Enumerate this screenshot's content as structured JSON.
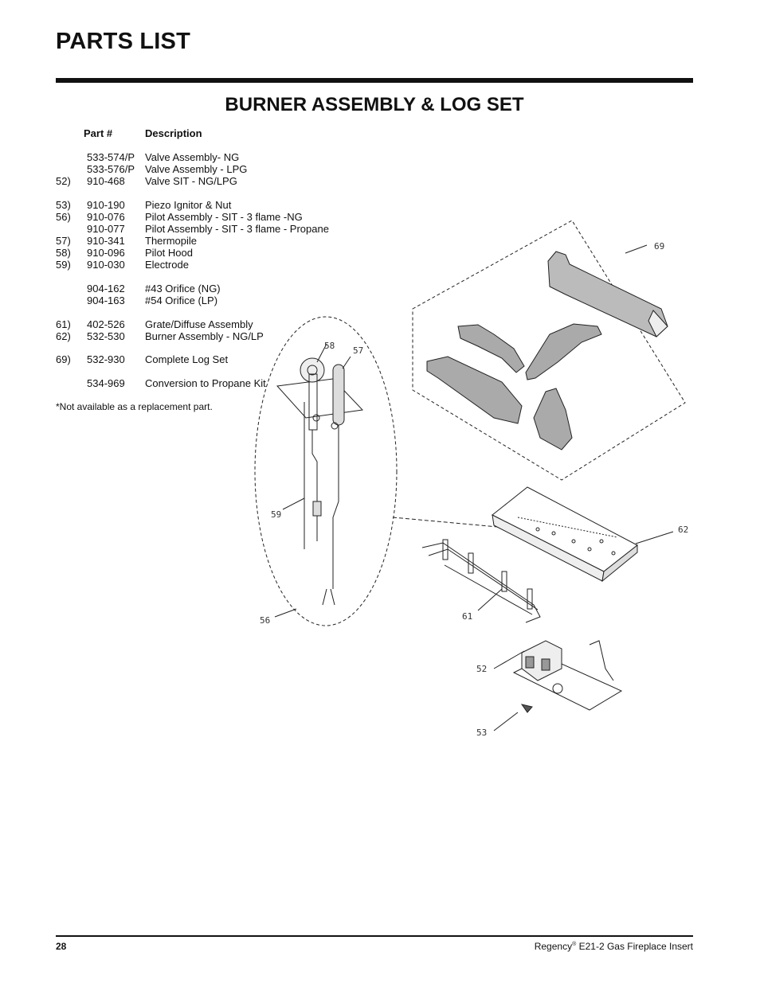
{
  "page_title": "PARTS LIST",
  "section_title": "BURNER ASSEMBLY & LOG SET",
  "table": {
    "header_part": "Part #",
    "header_desc": "Description",
    "rows": [
      {
        "idx": "",
        "part": "533-574/P",
        "desc": "Valve Assembly- NG"
      },
      {
        "idx": "",
        "part": "533-576/P",
        "desc": "Valve Assembly - LPG"
      },
      {
        "idx": "52)",
        "part": "910-468",
        "desc": "Valve SIT - NG/LPG"
      },
      {
        "idx": "53)",
        "part": "910-190",
        "desc": "Piezo Ignitor & Nut"
      },
      {
        "idx": "56)",
        "part": "910-076",
        "desc": "Pilot Assembly - SIT - 3 flame -NG"
      },
      {
        "idx": "",
        "part": "910-077",
        "desc": "Pilot Assembly - SIT - 3 flame - Propane"
      },
      {
        "idx": "57)",
        "part": "910-341",
        "desc": "Thermopile"
      },
      {
        "idx": "58)",
        "part": "910-096",
        "desc": "Pilot Hood"
      },
      {
        "idx": "59)",
        "part": "910-030",
        "desc": "Electrode"
      },
      {
        "idx": "",
        "part": "904-162",
        "desc": "#43 Orifice (NG)"
      },
      {
        "idx": "",
        "part": "904-163",
        "desc": "#54 Orifice (LP)"
      },
      {
        "idx": "61)",
        "part": "402-526",
        "desc": "Grate/Diffuse Assembly"
      },
      {
        "idx": "62)",
        "part": "532-530",
        "desc": "Burner Assembly - NG/LP"
      },
      {
        "idx": "69)",
        "part": "532-930",
        "desc": "Complete Log Set"
      },
      {
        "idx": "",
        "part": "534-969",
        "desc": "Conversion to Propane Kit"
      }
    ]
  },
  "note": "*Not available as a replacement part.",
  "diagram_labels": {
    "l69": "69",
    "l58": "58",
    "l57": "57",
    "l59": "59",
    "l62": "62",
    "l61": "61",
    "l56": "56",
    "l52": "52",
    "l53": "53"
  },
  "footer": {
    "page_number": "28",
    "brand": "Regency",
    "registered": "®",
    "product": " E21-2 Gas Fireplace Insert"
  }
}
